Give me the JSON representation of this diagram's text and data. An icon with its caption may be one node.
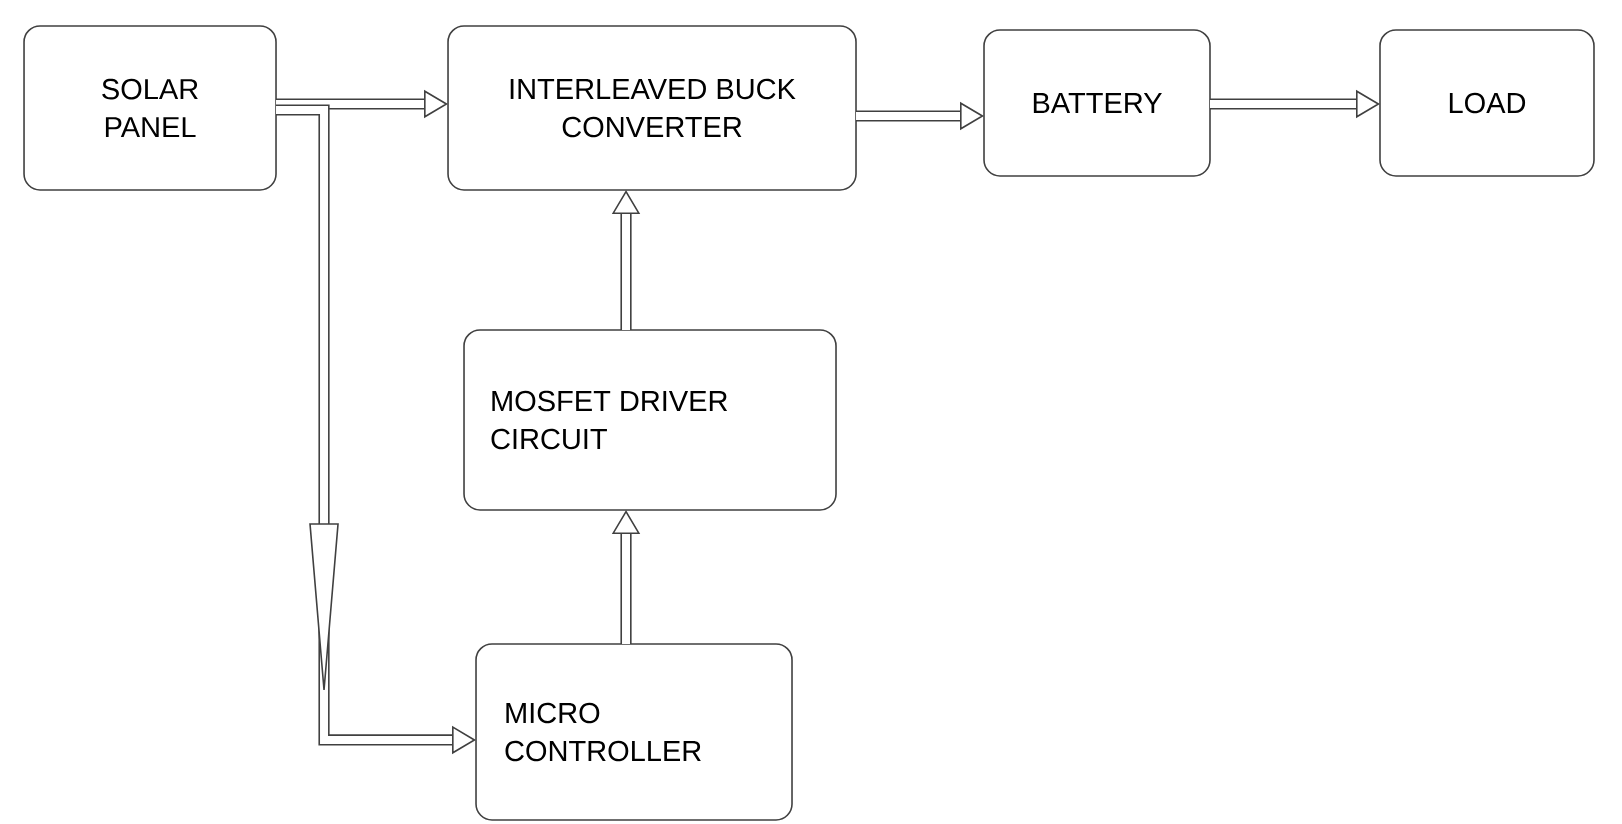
{
  "diagram": {
    "nodes": [
      {
        "text": [
          "SOLAR PANEL"
        ]
      },
      {
        "text": [
          "INTERLEAVED BUCK CONVERTER"
        ]
      },
      {
        "text": [
          "BATTERY"
        ]
      },
      {
        "text": [
          "LOAD"
        ]
      },
      {
        "text": [
          "MOSFET DRIVER CIRCUIT"
        ]
      },
      {
        "text": [
          "MICRO CONTROLLER"
        ]
      }
    ],
    "edges": [
      {
        "from": 0,
        "to": 1,
        "arrow": "to"
      },
      {
        "from": 1,
        "to": 2,
        "arrow": "to"
      },
      {
        "from": 2,
        "to": 3,
        "arrow": "to"
      },
      {
        "from": 0,
        "to": 5,
        "arrow": "to"
      },
      {
        "from": 5,
        "to": 4,
        "arrow": "to"
      },
      {
        "from": 4,
        "to": 1,
        "arrow": "to"
      }
    ]
  }
}
